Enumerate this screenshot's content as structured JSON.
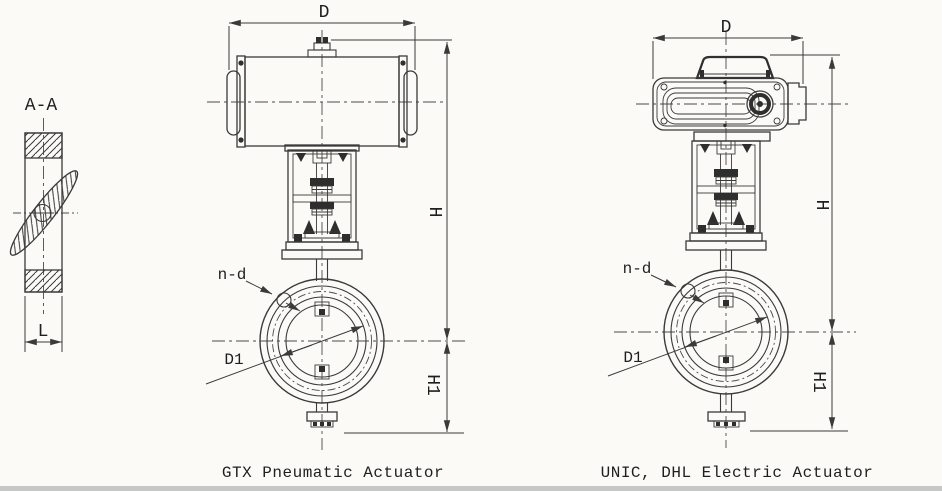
{
  "page": {
    "background": "#fbfaf6",
    "line_color": "#3a3a3a",
    "text_color": "#1f1f1f",
    "scanner_strip_color": "#c6c8c8"
  },
  "section_view": {
    "label": "A-A",
    "dim_width": "L"
  },
  "pneumatic_view": {
    "caption": "GTX Pneumatic Actuator",
    "dim_width": "D",
    "dim_height": "H",
    "dim_center_height": "H1",
    "dim_bolt_circle": "D1",
    "dim_bolt_holes": "n-d"
  },
  "electric_view": {
    "caption": "UNIC, DHL Electric Actuator",
    "dim_width": "D",
    "dim_height": "H",
    "dim_center_height": "H1",
    "dim_bolt_circle": "D1",
    "dim_bolt_holes": "n-d"
  }
}
